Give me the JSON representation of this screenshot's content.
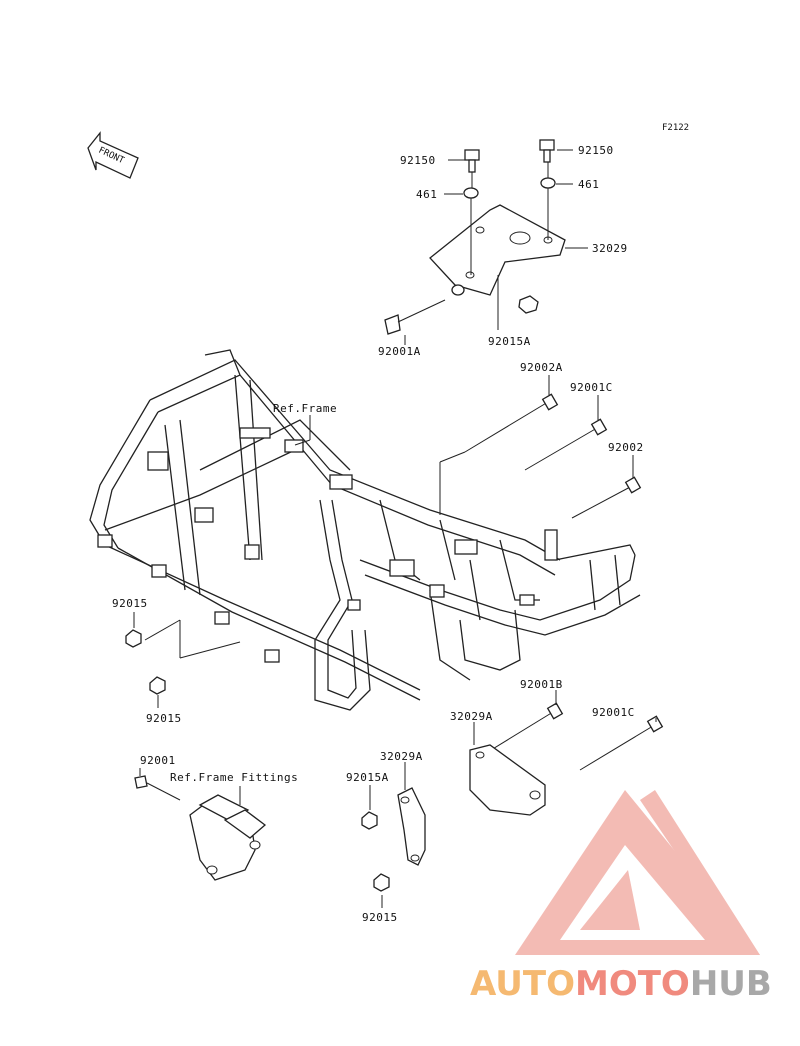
{
  "diagram": {
    "code": "F2122",
    "front_label": "FRONT",
    "callouts": {
      "bolt_top_left": "92150",
      "bolt_top_right": "92150",
      "washer_left": "461",
      "washer_right": "461",
      "bracket_top": "32029",
      "bolt_top": "92001A",
      "nut_top": "92015A",
      "long_bolt_a": "92002A",
      "long_bolt_c": "92001C",
      "long_bolt": "92002",
      "ref_frame": "Ref.Frame",
      "nut_left_1": "92015",
      "nut_left_2": "92015",
      "bolt_lower_b": "92001B",
      "bolt_lower_c": "92001C",
      "bracket_lower_a1": "32029A",
      "bracket_lower_a2": "32029A",
      "nut_lower_a": "92015A",
      "nut_lower": "92015",
      "bolt_fitting": "92001",
      "ref_fittings": "Ref.Frame Fittings"
    }
  },
  "watermark": {
    "text_part1": "AUTO",
    "text_part2": "MOTO",
    "text_part3": "HUB",
    "color1": "#f5b971",
    "color2": "#f08a7e",
    "color3": "#b0b0b0"
  }
}
